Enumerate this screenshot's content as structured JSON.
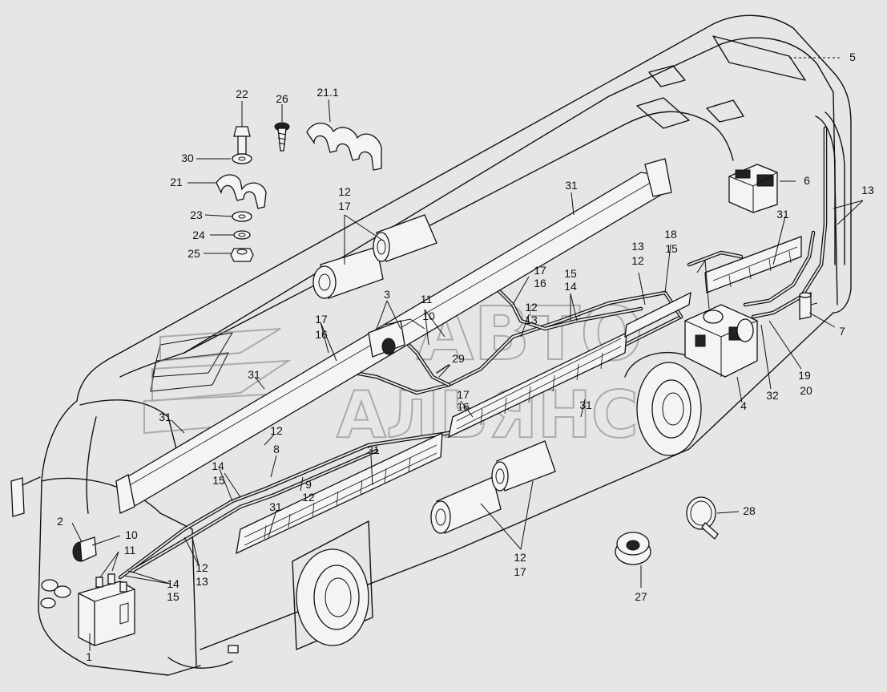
{
  "diagram": {
    "watermark": {
      "line1": "АВТО",
      "line2": "АЛЬЯНС"
    },
    "callouts": [
      {
        "id": "c-22",
        "text": "22"
      },
      {
        "id": "c-26",
        "text": "26"
      },
      {
        "id": "c-21-1",
        "text": "21.1"
      },
      {
        "id": "c-30",
        "text": "30"
      },
      {
        "id": "c-21",
        "text": "21"
      },
      {
        "id": "c-23",
        "text": "23"
      },
      {
        "id": "c-24",
        "text": "24"
      },
      {
        "id": "c-25",
        "text": "25"
      },
      {
        "id": "c-12-a",
        "text": "12"
      },
      {
        "id": "c-17-a",
        "text": "17"
      },
      {
        "id": "c-31-a",
        "text": "31"
      },
      {
        "id": "c-5",
        "text": "5"
      },
      {
        "id": "c-6",
        "text": "6"
      },
      {
        "id": "c-13-a",
        "text": "13"
      },
      {
        "id": "c-31-b",
        "text": "31"
      },
      {
        "id": "c-18",
        "text": "18"
      },
      {
        "id": "c-15-a",
        "text": "15"
      },
      {
        "id": "c-13-b",
        "text": "13"
      },
      {
        "id": "c-12-b",
        "text": "12"
      },
      {
        "id": "c-17-b",
        "text": "17"
      },
      {
        "id": "c-16-a",
        "text": "16"
      },
      {
        "id": "c-15-b",
        "text": "15"
      },
      {
        "id": "c-14-a",
        "text": "14"
      },
      {
        "id": "c-3",
        "text": "3"
      },
      {
        "id": "c-11-a",
        "text": "11"
      },
      {
        "id": "c-10-a",
        "text": "10"
      },
      {
        "id": "c-12-c",
        "text": "12"
      },
      {
        "id": "c-13-c",
        "text": "13"
      },
      {
        "id": "c-7",
        "text": "7"
      },
      {
        "id": "c-17-c",
        "text": "17"
      },
      {
        "id": "c-16-b",
        "text": "16"
      },
      {
        "id": "c-29",
        "text": "29"
      },
      {
        "id": "c-19",
        "text": "19"
      },
      {
        "id": "c-20",
        "text": "20"
      },
      {
        "id": "c-32",
        "text": "32"
      },
      {
        "id": "c-4",
        "text": "4"
      },
      {
        "id": "c-31-c",
        "text": "31"
      },
      {
        "id": "c-17-d",
        "text": "17"
      },
      {
        "id": "c-16-c",
        "text": "16"
      },
      {
        "id": "c-31-d",
        "text": "31"
      },
      {
        "id": "c-31-e",
        "text": "31"
      },
      {
        "id": "c-12-d",
        "text": "12"
      },
      {
        "id": "c-8",
        "text": "8"
      },
      {
        "id": "c-14-b",
        "text": "14"
      },
      {
        "id": "c-15-c",
        "text": "15"
      },
      {
        "id": "c-9",
        "text": "9"
      },
      {
        "id": "c-12-e",
        "text": "12"
      },
      {
        "id": "c-31-f",
        "text": "31"
      },
      {
        "id": "c-31-g",
        "text": "31"
      },
      {
        "id": "c-2",
        "text": "2"
      },
      {
        "id": "c-10-b",
        "text": "10"
      },
      {
        "id": "c-11-b",
        "text": "11"
      },
      {
        "id": "c-12-f",
        "text": "12"
      },
      {
        "id": "c-13-d",
        "text": "13"
      },
      {
        "id": "c-14-c",
        "text": "14"
      },
      {
        "id": "c-15-d",
        "text": "15"
      },
      {
        "id": "c-1",
        "text": "1"
      },
      {
        "id": "c-28",
        "text": "28"
      },
      {
        "id": "c-27",
        "text": "27"
      },
      {
        "id": "c-12-g",
        "text": "12"
      },
      {
        "id": "c-17-e",
        "text": "17"
      }
    ]
  }
}
